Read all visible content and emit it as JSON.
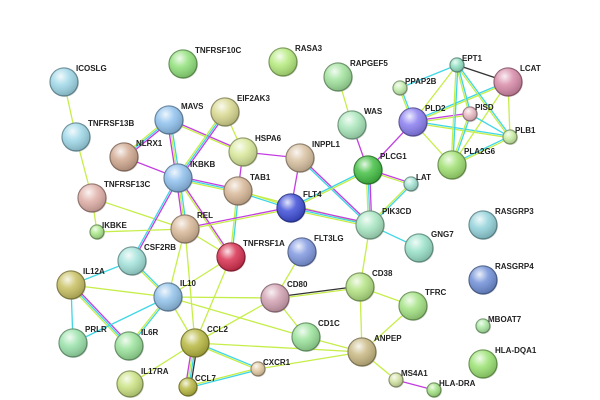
{
  "edge_colors": {
    "t": "#c6ee4a",
    "d": "#3fd6e6",
    "e": "#c23ee0",
    "k": "#333333"
  },
  "nodes": [
    {
      "id": "ICOSLG",
      "label": "ICOSLG",
      "color": "#9fd8e8"
    },
    {
      "id": "TNFRSF10C",
      "label": "TNFRSF10C",
      "color": "#90e07a"
    },
    {
      "id": "RASA3",
      "label": "RASA3",
      "color": "#b4ea7c"
    },
    {
      "id": "RAPGEF5",
      "label": "RAPGEF5",
      "color": "#a0e29c"
    },
    {
      "id": "PPAP2B",
      "label": "PPAP2B",
      "color": "#c4eeae"
    },
    {
      "id": "EPT1",
      "label": "EPT1",
      "color": "#90e0c2"
    },
    {
      "id": "LCAT",
      "label": "LCAT",
      "color": "#d88aa8"
    },
    {
      "id": "WAS",
      "label": "WAS",
      "color": "#a8e6ba"
    },
    {
      "id": "PLD2",
      "label": "PLD2",
      "color": "#8a7ef0"
    },
    {
      "id": "PISD",
      "label": "PISD",
      "color": "#e8b8c2"
    },
    {
      "id": "PLB1",
      "label": "PLB1",
      "color": "#c8eea2"
    },
    {
      "id": "PLA2G6",
      "label": "PLA2G6",
      "color": "#a0e072"
    },
    {
      "id": "TNFRSF13B",
      "label": "TNFRSF13B",
      "color": "#9fd8e8"
    },
    {
      "id": "MAVS",
      "label": "MAVS",
      "color": "#90c2ee"
    },
    {
      "id": "EIF2AK3",
      "label": "EIF2AK3",
      "color": "#d8d890"
    },
    {
      "id": "NLRX1",
      "label": "NLRX1",
      "color": "#d0a890"
    },
    {
      "id": "HSPA6",
      "label": "HSPA6",
      "color": "#d8e89a"
    },
    {
      "id": "IKBKB",
      "label": "IKBKB",
      "color": "#90c0ee"
    },
    {
      "id": "INPPL1",
      "label": "INPPL1",
      "color": "#d8c0a0"
    },
    {
      "id": "PLCG1",
      "label": "PLCG1",
      "color": "#44c044"
    },
    {
      "id": "TAB1",
      "label": "TAB1",
      "color": "#d8b898"
    },
    {
      "id": "LAT",
      "label": "LAT",
      "color": "#a2e2d2"
    },
    {
      "id": "TNFRSF13C",
      "label": "TNFRSF13C",
      "color": "#e0b0a8"
    },
    {
      "id": "FLT4",
      "label": "FLT4",
      "color": "#3f4fd8"
    },
    {
      "id": "IKBKE",
      "label": "IKBKE",
      "color": "#aae88a"
    },
    {
      "id": "REL",
      "label": "REL",
      "color": "#d8b898"
    },
    {
      "id": "PIK3CD",
      "label": "PIK3CD",
      "color": "#a8e6c2"
    },
    {
      "id": "CSF2RB",
      "label": "CSF2RB",
      "color": "#a2e2da"
    },
    {
      "id": "TNFRSF1A",
      "label": "TNFRSF1A",
      "color": "#d83050"
    },
    {
      "id": "FLT3LG",
      "label": "FLT3LG",
      "color": "#8098e0"
    },
    {
      "id": "GNG7",
      "label": "GNG7",
      "color": "#9ae2ca"
    },
    {
      "id": "RASGRP3",
      "label": "RASGRP3",
      "color": "#92d2da"
    },
    {
      "id": "IL12A",
      "label": "IL12A",
      "color": "#c8c062"
    },
    {
      "id": "IL10",
      "label": "IL10",
      "color": "#92c2ea"
    },
    {
      "id": "CD80",
      "label": "CD80",
      "color": "#d2a2b2"
    },
    {
      "id": "CD38",
      "label": "CD38",
      "color": "#b2e282"
    },
    {
      "id": "RASGRP4",
      "label": "RASGRP4",
      "color": "#7090d8"
    },
    {
      "id": "TFRC",
      "label": "TFRC",
      "color": "#a2e282"
    },
    {
      "id": "MBOAT7",
      "label": "MBOAT7",
      "color": "#aae8a2"
    },
    {
      "id": "PRLR",
      "label": "PRLR",
      "color": "#9ae2aa"
    },
    {
      "id": "IL6R",
      "label": "IL6R",
      "color": "#9ae29a"
    },
    {
      "id": "CCL2",
      "label": "CCL2",
      "color": "#b8b842"
    },
    {
      "id": "CD1C",
      "label": "CD1C",
      "color": "#9ae29a"
    },
    {
      "id": "ANPEP",
      "label": "ANPEP",
      "color": "#c8b882"
    },
    {
      "id": "CXCR1",
      "label": "CXCR1",
      "color": "#e2caa2"
    },
    {
      "id": "MS4A1",
      "label": "MS4A1",
      "color": "#d2e2a2"
    },
    {
      "id": "HLA-DQA1",
      "label": "HLA-DQA1",
      "color": "#9ae272"
    },
    {
      "id": "IL17RA",
      "label": "IL17RA",
      "color": "#cae282"
    },
    {
      "id": "CCL7",
      "label": "CCL7",
      "color": "#b8b842"
    },
    {
      "id": "HLA-DRA",
      "label": "HLA-DRA",
      "color": "#a2e282"
    }
  ],
  "edges": [
    [
      "ICOSLG",
      "TNFRSF13B",
      "t"
    ],
    [
      "TNFRSF13B",
      "TNFRSF13C",
      "t"
    ],
    [
      "TNFRSF13C",
      "IKBKE",
      "t"
    ],
    [
      "TNFRSF13C",
      "REL",
      "t"
    ],
    [
      "MAVS",
      "NLRX1",
      "edt"
    ],
    [
      "MAVS",
      "IKBKB",
      "dte"
    ],
    [
      "MAVS",
      "HSPA6",
      "et"
    ],
    [
      "EIF2AK3",
      "HSPA6",
      "t"
    ],
    [
      "EIF2AK3",
      "IKBKB",
      "edt"
    ],
    [
      "NLRX1",
      "IKBKB",
      "e"
    ],
    [
      "IKBKB",
      "TAB1",
      "edt"
    ],
    [
      "IKBKB",
      "REL",
      "dte"
    ],
    [
      "IKBKB",
      "TNFRSF1A",
      "et"
    ],
    [
      "IKBKB",
      "CSF2RB",
      "ed"
    ],
    [
      "HSPA6",
      "TAB1",
      "e"
    ],
    [
      "HSPA6",
      "INPPL1",
      "e"
    ],
    [
      "INPPL1",
      "PIK3CD",
      "ed"
    ],
    [
      "INPPL1",
      "FLT4",
      "e"
    ],
    [
      "TAB1",
      "TNFRSF1A",
      "dt"
    ],
    [
      "TAB1",
      "FLT4",
      "td"
    ],
    [
      "TAB1",
      "PIK3CD",
      "t"
    ],
    [
      "FLT4",
      "PIK3CD",
      "edt"
    ],
    [
      "FLT4",
      "PLCG1",
      "dt"
    ],
    [
      "REL",
      "FLT4",
      "et"
    ],
    [
      "RAPGEF5",
      "WAS",
      "t"
    ],
    [
      "WAS",
      "PLCG1",
      "e"
    ],
    [
      "PLCG1",
      "PLD2",
      "e"
    ],
    [
      "PLCG1",
      "LAT",
      "et"
    ],
    [
      "PLCG1",
      "PIK3CD",
      "edt"
    ],
    [
      "LAT",
      "PIK3CD",
      "dt"
    ],
    [
      "PPAP2B",
      "PLD2",
      "dt"
    ],
    [
      "PLD2",
      "PISD",
      "et"
    ],
    [
      "PLD2",
      "LCAT",
      "dt"
    ],
    [
      "PLD2",
      "PLB1",
      "dt"
    ],
    [
      "PLD2",
      "PLA2G6",
      "t"
    ],
    [
      "PLD2",
      "EPT1",
      "t"
    ],
    [
      "EPT1",
      "LCAT",
      "k"
    ],
    [
      "EPT1",
      "PISD",
      "dt"
    ],
    [
      "EPT1",
      "PLB1",
      "dt"
    ],
    [
      "EPT1",
      "PLA2G6",
      "dt"
    ],
    [
      "EPT1",
      "PPAP2B",
      "d"
    ],
    [
      "LCAT",
      "PLB1",
      "t"
    ],
    [
      "LCAT",
      "PLA2G6",
      "t"
    ],
    [
      "PISD",
      "PLA2G6",
      "dt"
    ],
    [
      "PISD",
      "PLB1",
      "d"
    ],
    [
      "PLA2G6",
      "PLB1",
      "dt"
    ],
    [
      "PIK3CD",
      "GNG7",
      "d"
    ],
    [
      "PIK3CD",
      "CD38",
      "t"
    ],
    [
      "FLT3LG",
      "CD80",
      "t"
    ],
    [
      "IKBKE",
      "REL",
      "t"
    ],
    [
      "REL",
      "IL10",
      "t"
    ],
    [
      "REL",
      "CCL2",
      "t"
    ],
    [
      "REL",
      "TNFRSF1A",
      "t"
    ],
    [
      "CSF2RB",
      "IL12A",
      "d"
    ],
    [
      "CSF2RB",
      "IL10",
      "dt"
    ],
    [
      "IL12A",
      "IL10",
      "t"
    ],
    [
      "IL12A",
      "PRLR",
      "d"
    ],
    [
      "IL12A",
      "IL6R",
      "edt"
    ],
    [
      "IL10",
      "CD80",
      "t"
    ],
    [
      "IL10",
      "PRLR",
      "d"
    ],
    [
      "IL10",
      "IL6R",
      "dt"
    ],
    [
      "IL10",
      "CCL2",
      "t"
    ],
    [
      "IL10",
      "CD1C",
      "t"
    ],
    [
      "TNFRSF1A",
      "IL10",
      "t"
    ],
    [
      "TNFRSF1A",
      "CCL2",
      "t"
    ],
    [
      "CD80",
      "CD38",
      "kt"
    ],
    [
      "CD80",
      "CCL2",
      "t"
    ],
    [
      "CD80",
      "CD1C",
      "t"
    ],
    [
      "CD38",
      "TFRC",
      "t"
    ],
    [
      "CD38",
      "ANPEP",
      "t"
    ],
    [
      "TFRC",
      "ANPEP",
      "t"
    ],
    [
      "ANPEP",
      "CD1C",
      "t"
    ],
    [
      "ANPEP",
      "MS4A1",
      "t"
    ],
    [
      "ANPEP",
      "CCL2",
      "t"
    ],
    [
      "CCL2",
      "CXCR1",
      "dt"
    ],
    [
      "CCL2",
      "IL17RA",
      "t"
    ],
    [
      "CCL2",
      "CCL7",
      "kdte"
    ],
    [
      "CXCR1",
      "CCL7",
      "dt"
    ],
    [
      "CXCR1",
      "ANPEP",
      "t"
    ],
    [
      "MS4A1",
      "HLA-DRA",
      "e"
    ]
  ]
}
